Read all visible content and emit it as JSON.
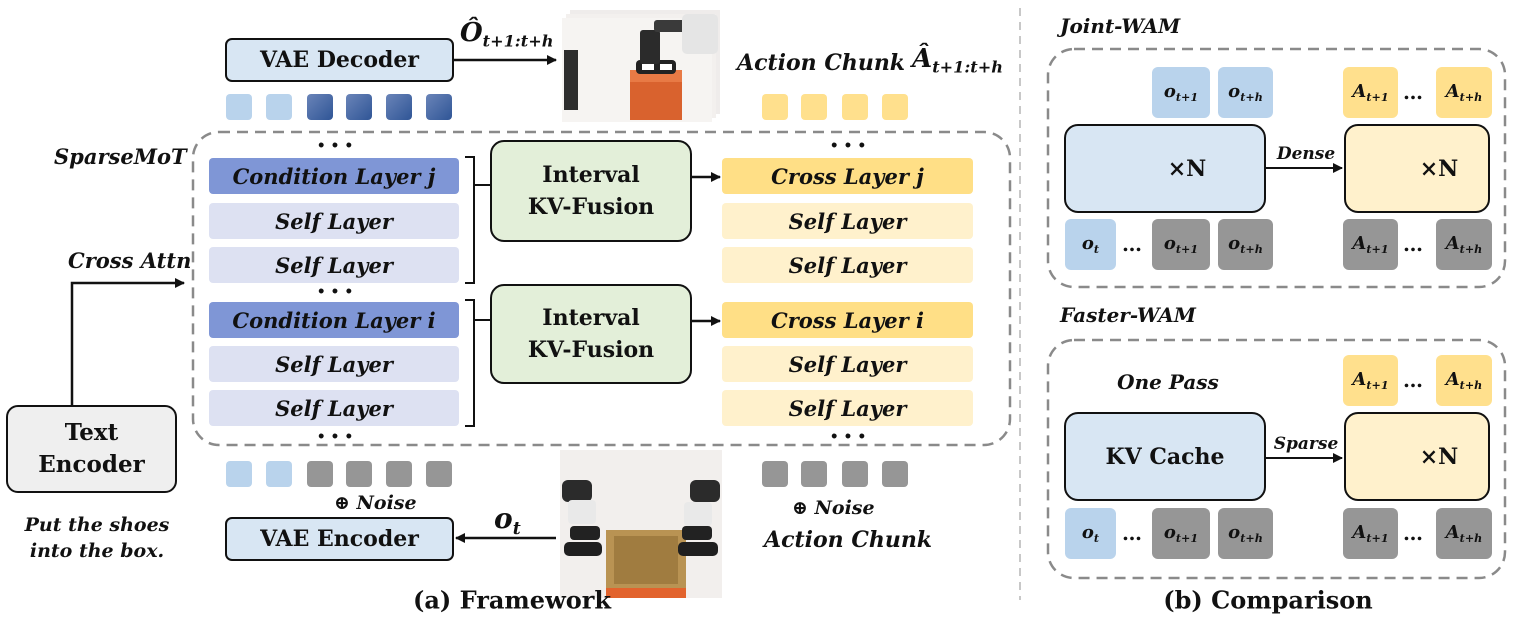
{
  "colors": {
    "cond_layer": "#7f96d6",
    "self_left": "#dde1f2",
    "cross_layer": "#ffdf86",
    "self_right": "#fff1cc",
    "fusion": "#e3efd9",
    "vae": "#d8e6f3",
    "token_light_blue": "#b9d3ec",
    "token_dark_blue": "#3a5fa0",
    "token_yellow": "#ffe08d",
    "token_gray": "#969696",
    "text_encoder": "#efefef",
    "dashed_border": "#8a8a8a"
  },
  "framework": {
    "caption": "(a) Framework",
    "sparse_mot_label": "SparseMoT",
    "cross_attn_label": "Cross Attn",
    "ellipsis": "• • •",
    "vae_decoder": "VAE Decoder",
    "vae_encoder": "VAE Encoder",
    "text_encoder_line1": "Text",
    "text_encoder_line2": "Encoder",
    "prompt_line1": "Put the shoes",
    "prompt_line2": "into the box.",
    "noise_label": "⊕ Noise",
    "action_chunk_top": "Action Chunk",
    "action_chunk_bottom": "Action Chunk",
    "obs_future_base": "Ô",
    "obs_future_sub": "t+1:t+h",
    "action_future_base": "Â",
    "action_future_sub": "t+1:t+h",
    "obs_current_base": "o",
    "obs_current_sub": "t",
    "left_layers": [
      "Condition Layer j",
      "Self Layer",
      "Self Layer",
      "Condition Layer i",
      "Self Layer",
      "Self Layer"
    ],
    "right_layers": [
      "Cross Layer j",
      "Self Layer",
      "Self Layer",
      "Cross Layer i",
      "Self Layer",
      "Self Layer"
    ],
    "fusion_line1": "Interval",
    "fusion_line2": "KV-Fusion"
  },
  "comparison": {
    "caption": "(b) Comparison",
    "joint_title": "Joint-WAM",
    "faster_title": "Faster-WAM",
    "dense_label": "Dense",
    "sparse_label": "Sparse",
    "one_pass_label": "One Pass",
    "kv_cache_label": "KV Cache",
    "loop_label": "×N",
    "dots": "…",
    "tok_o": "o",
    "tok_A": "A",
    "sub_t": "t",
    "sub_t1": "t+1",
    "sub_th": "t+h"
  }
}
